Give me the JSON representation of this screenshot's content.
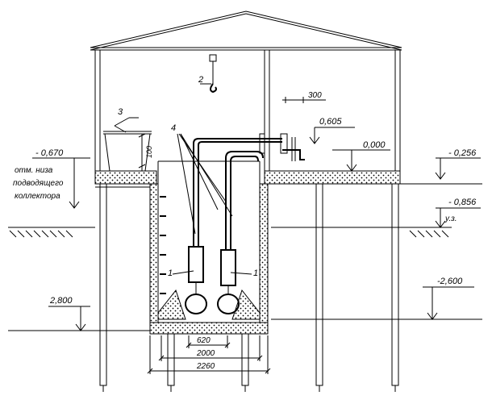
{
  "levels": {
    "inlet_mark": "- 0,670",
    "inlet_note_line1": "отм. низа",
    "inlet_note_line2": "подводящего",
    "inlet_note_line3": "коллектора",
    "floor_mark": "0,000",
    "right_top_mark": "- 0,256",
    "ground_mark": "- 0,856",
    "ground_label": "у.з.",
    "pipe_mark": "0,605",
    "bottom_right_mark": "-2,600",
    "bottom_left_mark": "2,800"
  },
  "dimensions": {
    "offset_300": "300",
    "wall_100": "100",
    "width_620": "620",
    "width_2000": "2000",
    "width_2260": "2260"
  },
  "callouts": {
    "pump_left": "1",
    "pump_right": "1",
    "hoist": "2",
    "container": "3",
    "pipes": "4"
  }
}
